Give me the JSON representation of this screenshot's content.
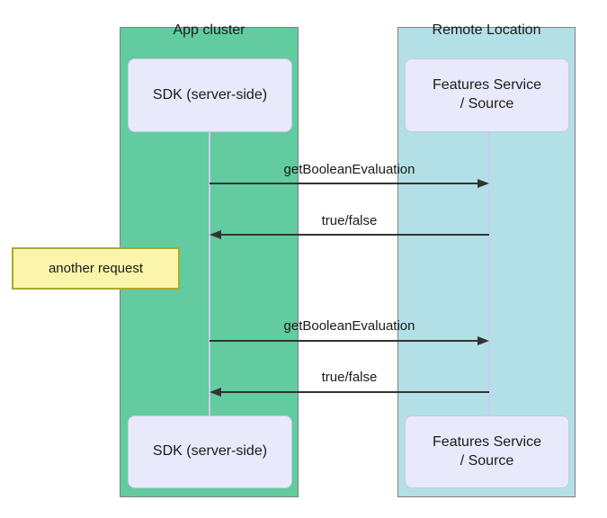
{
  "diagram": {
    "groups": [
      {
        "id": "app-cluster",
        "label": "App cluster"
      },
      {
        "id": "remote-location",
        "label": "Remote Location"
      }
    ],
    "participants": [
      {
        "id": "sdk",
        "label": "SDK (server-side)",
        "group": "app-cluster"
      },
      {
        "id": "features-service",
        "label": "Features Service\n/ Source",
        "group": "remote-location"
      }
    ],
    "messages": [
      {
        "from": "sdk",
        "to": "features-service",
        "label": "getBooleanEvaluation",
        "direction": "right"
      },
      {
        "from": "features-service",
        "to": "sdk",
        "label": "true/false",
        "direction": "left"
      },
      {
        "from": "sdk",
        "to": "features-service",
        "label": "getBooleanEvaluation",
        "direction": "right"
      },
      {
        "from": "features-service",
        "to": "sdk",
        "label": "true/false",
        "direction": "left"
      }
    ],
    "note": {
      "label": "another request",
      "side": "left"
    }
  },
  "colors": {
    "group-green": "#62CBA0",
    "group-teal": "#B3E0E6",
    "group-border": "#808080",
    "actor-fill": "#E9E9FC",
    "actor-border": "#C9C9E4",
    "note-fill": "#FBF5AC",
    "note-border": "#AAAA33",
    "lifeline": "#CCCCEE",
    "arrow": "#333333",
    "text": "#1A1A1A"
  }
}
